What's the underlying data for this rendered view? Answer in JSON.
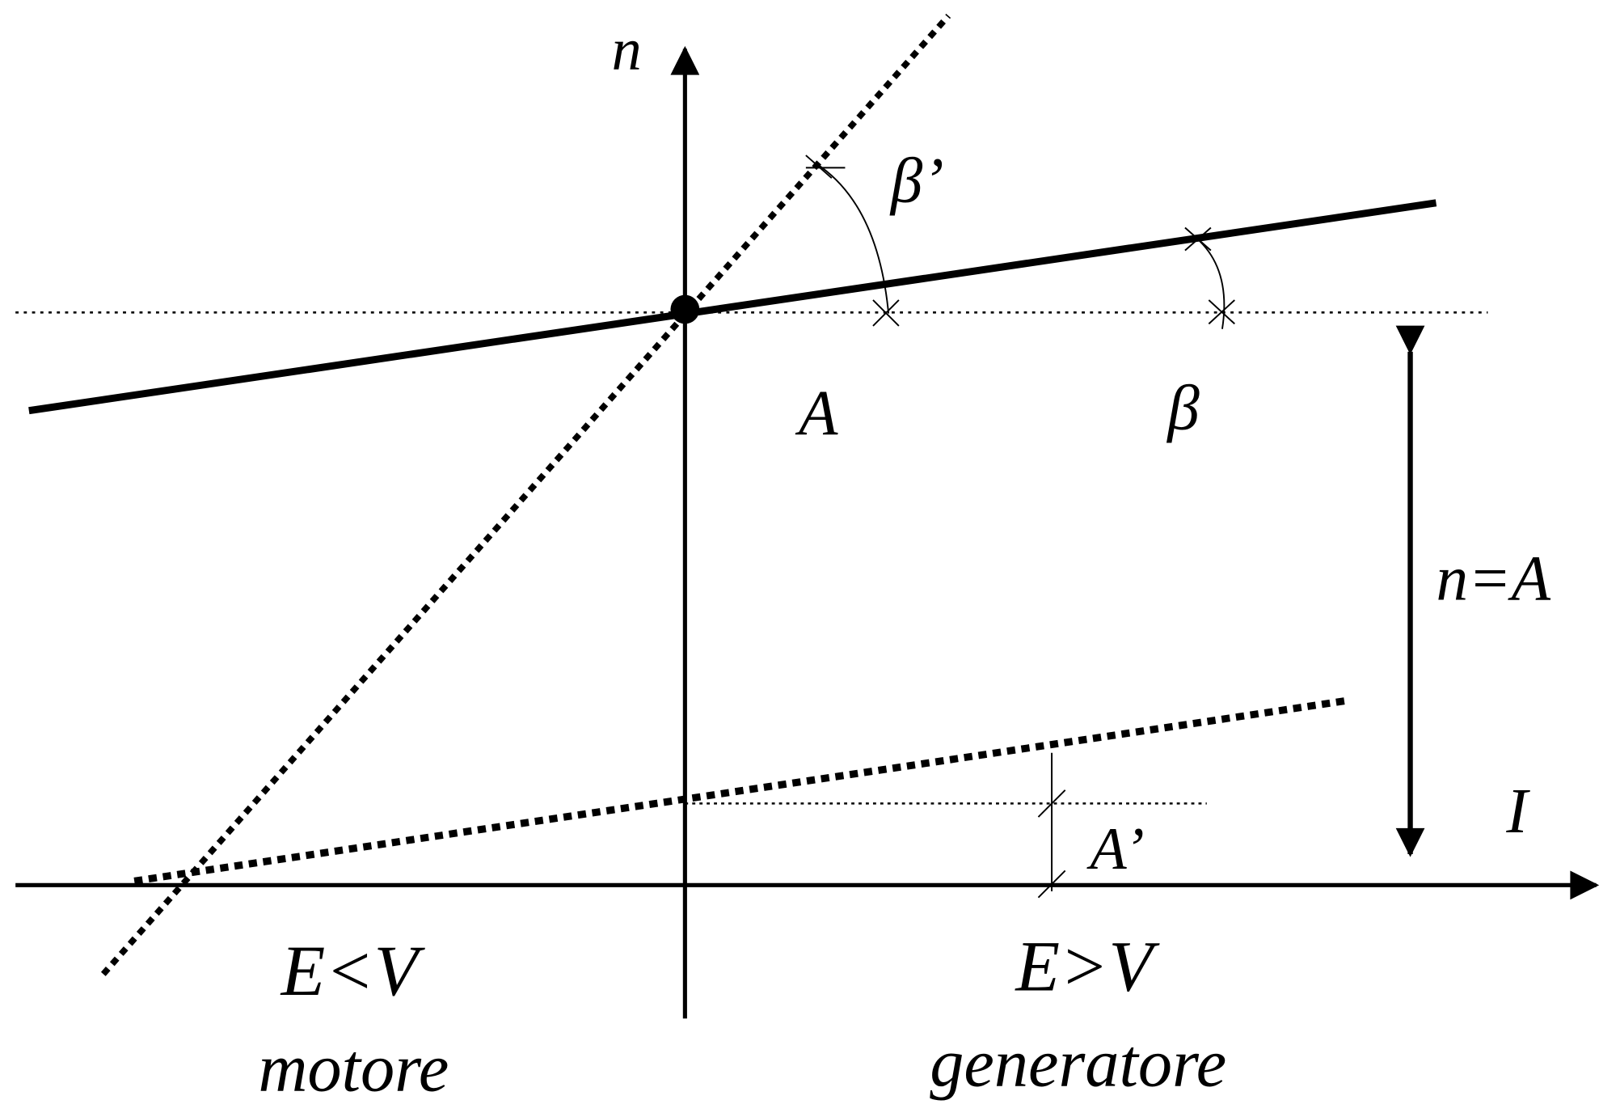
{
  "labels": {
    "y_axis": "n",
    "x_axis": "I",
    "beta_prime": "β’",
    "A": "A",
    "beta": "β",
    "n_equals_A": "n=A",
    "A_prime": "A’",
    "motor_condition": "E<V",
    "generator_condition": "E>V",
    "motor": "motore",
    "generator": "generatore"
  },
  "colors": {
    "ink": "#000000",
    "background": "#ffffff"
  }
}
